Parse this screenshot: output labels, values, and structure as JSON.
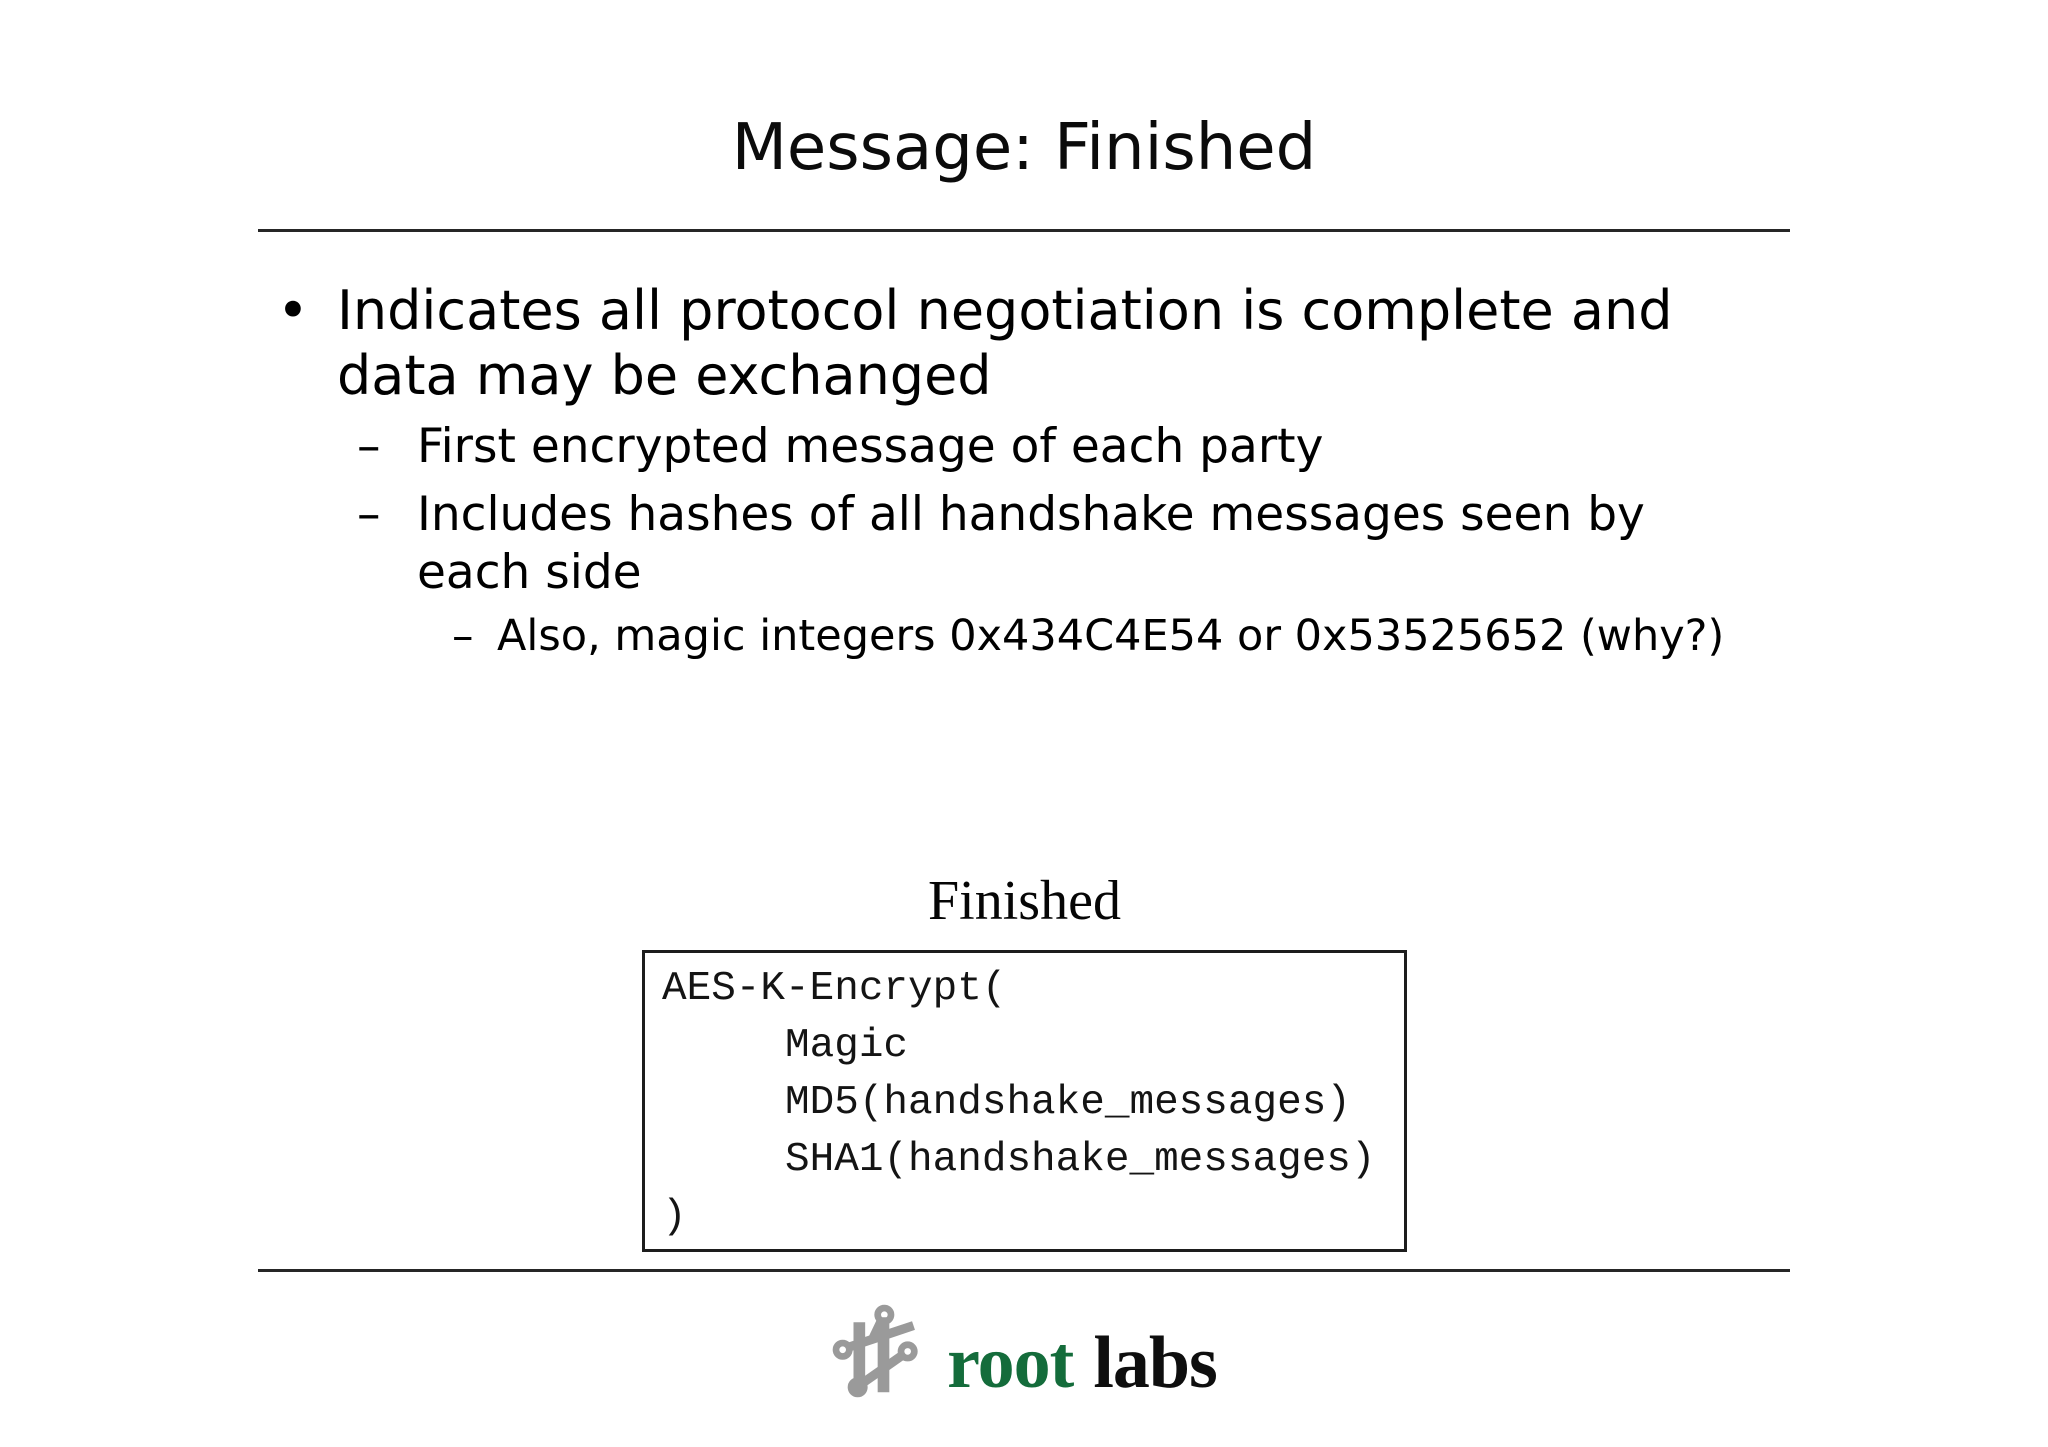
{
  "slide": {
    "title": "Message: Finished",
    "bullets": [
      {
        "level": 1,
        "marker": "•",
        "text": "Indicates all protocol negotiation is complete and data may be exchanged"
      },
      {
        "level": 2,
        "marker": "–",
        "text": "First encrypted message of each party"
      },
      {
        "level": 2,
        "marker": "–",
        "text": "Includes hashes of all handshake messages seen by each side"
      },
      {
        "level": 3,
        "marker": "–",
        "text": "Also, magic integers 0x434C4E54 or 0x53525652 (why?)"
      }
    ],
    "figure": {
      "caption": "Finished",
      "code_lines": [
        "AES-K-Encrypt(",
        "     Magic",
        "     MD5(handshake_messages)",
        "     SHA1(handshake_messages)",
        ")"
      ]
    },
    "footer": {
      "logo_root": "root",
      "logo_labs": "labs"
    },
    "colors": {
      "logo_green": "#146C3B",
      "logo_icon_gray": "#9A9A9A",
      "text": "#000000"
    }
  }
}
